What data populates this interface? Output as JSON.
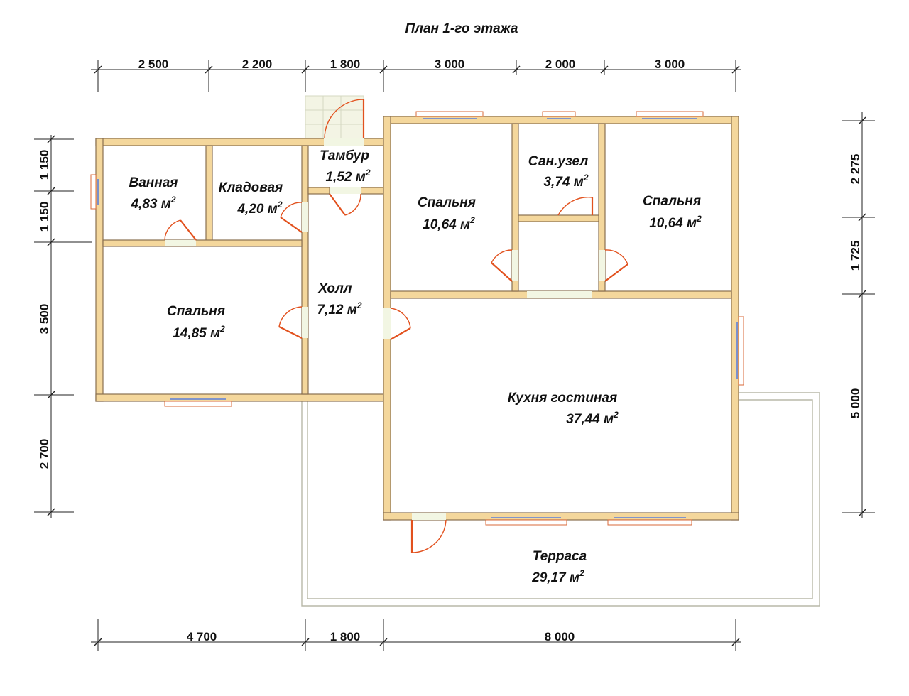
{
  "title": "План 1-го этажа",
  "rooms": [
    {
      "name": "Ванная",
      "area": "4,83 м",
      "sup": "2"
    },
    {
      "name": "Кладовая",
      "area": "4,20 м",
      "sup": "2"
    },
    {
      "name": "Тамбур",
      "area": "1,52 м",
      "sup": "2"
    },
    {
      "name": "Спальня",
      "area": "10,64 м",
      "sup": "2"
    },
    {
      "name": "Сан.узел",
      "area": "3,74 м",
      "sup": "2"
    },
    {
      "name": "Спальня",
      "area": "10,64 м",
      "sup": "2"
    },
    {
      "name": "Холл",
      "area": "7,12 м",
      "sup": "2"
    },
    {
      "name": "Спальня",
      "area": "14,85 м",
      "sup": "2"
    },
    {
      "name": "Кухня гостиная",
      "area": "37,44 м",
      "sup": "2"
    },
    {
      "name": "Терраса",
      "area": "29,17 м",
      "sup": "2"
    }
  ],
  "dimensions": {
    "top": [
      "2 500",
      "2 200",
      "1 800",
      "3 000",
      "2 000",
      "3 000"
    ],
    "bottom": [
      "4 700",
      "1 800",
      "8 000"
    ],
    "left": [
      "1 150",
      "1 150",
      "3 500",
      "2 700"
    ],
    "right": [
      "2 275",
      "1 725",
      "5 000"
    ]
  },
  "colors": {
    "wall": "#f4d79c",
    "door": "#e2511e",
    "window_glass": "#5b7fd8",
    "opening": "#f2f6e3",
    "terrace": "#b8b8a8"
  }
}
